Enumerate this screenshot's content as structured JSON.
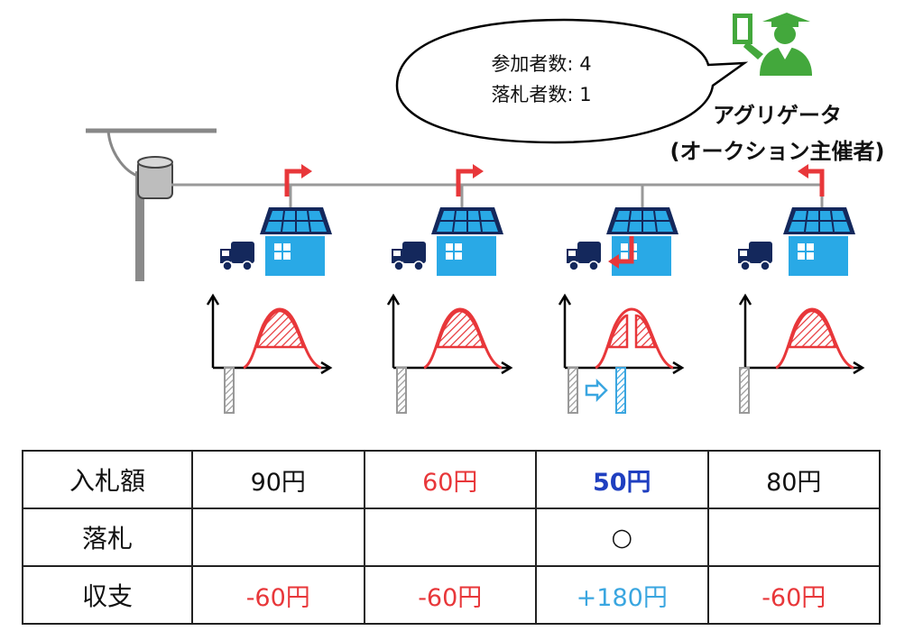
{
  "bubble": {
    "line1": "参加者数: 4",
    "line2": "落札者数: 1"
  },
  "aggregator": {
    "name": "アグリゲータ",
    "role": "(オークション主催者)"
  },
  "table": {
    "rows": [
      {
        "header": "入札額",
        "cells": [
          "90円",
          "60円",
          "50円",
          "80円"
        ]
      },
      {
        "header": "落札",
        "cells": [
          "",
          "",
          "○",
          ""
        ]
      },
      {
        "header": "収支",
        "cells": [
          "-60円",
          "-60円",
          "+180円",
          "-60円"
        ]
      }
    ]
  },
  "colors": {
    "red": "#e8373a",
    "blue": "#1f3fc0",
    "cyan": "#3aa6e0",
    "house": "#29a9e6",
    "navy": "#14285c",
    "green": "#43a83c",
    "gray": "#9a9a9a"
  }
}
